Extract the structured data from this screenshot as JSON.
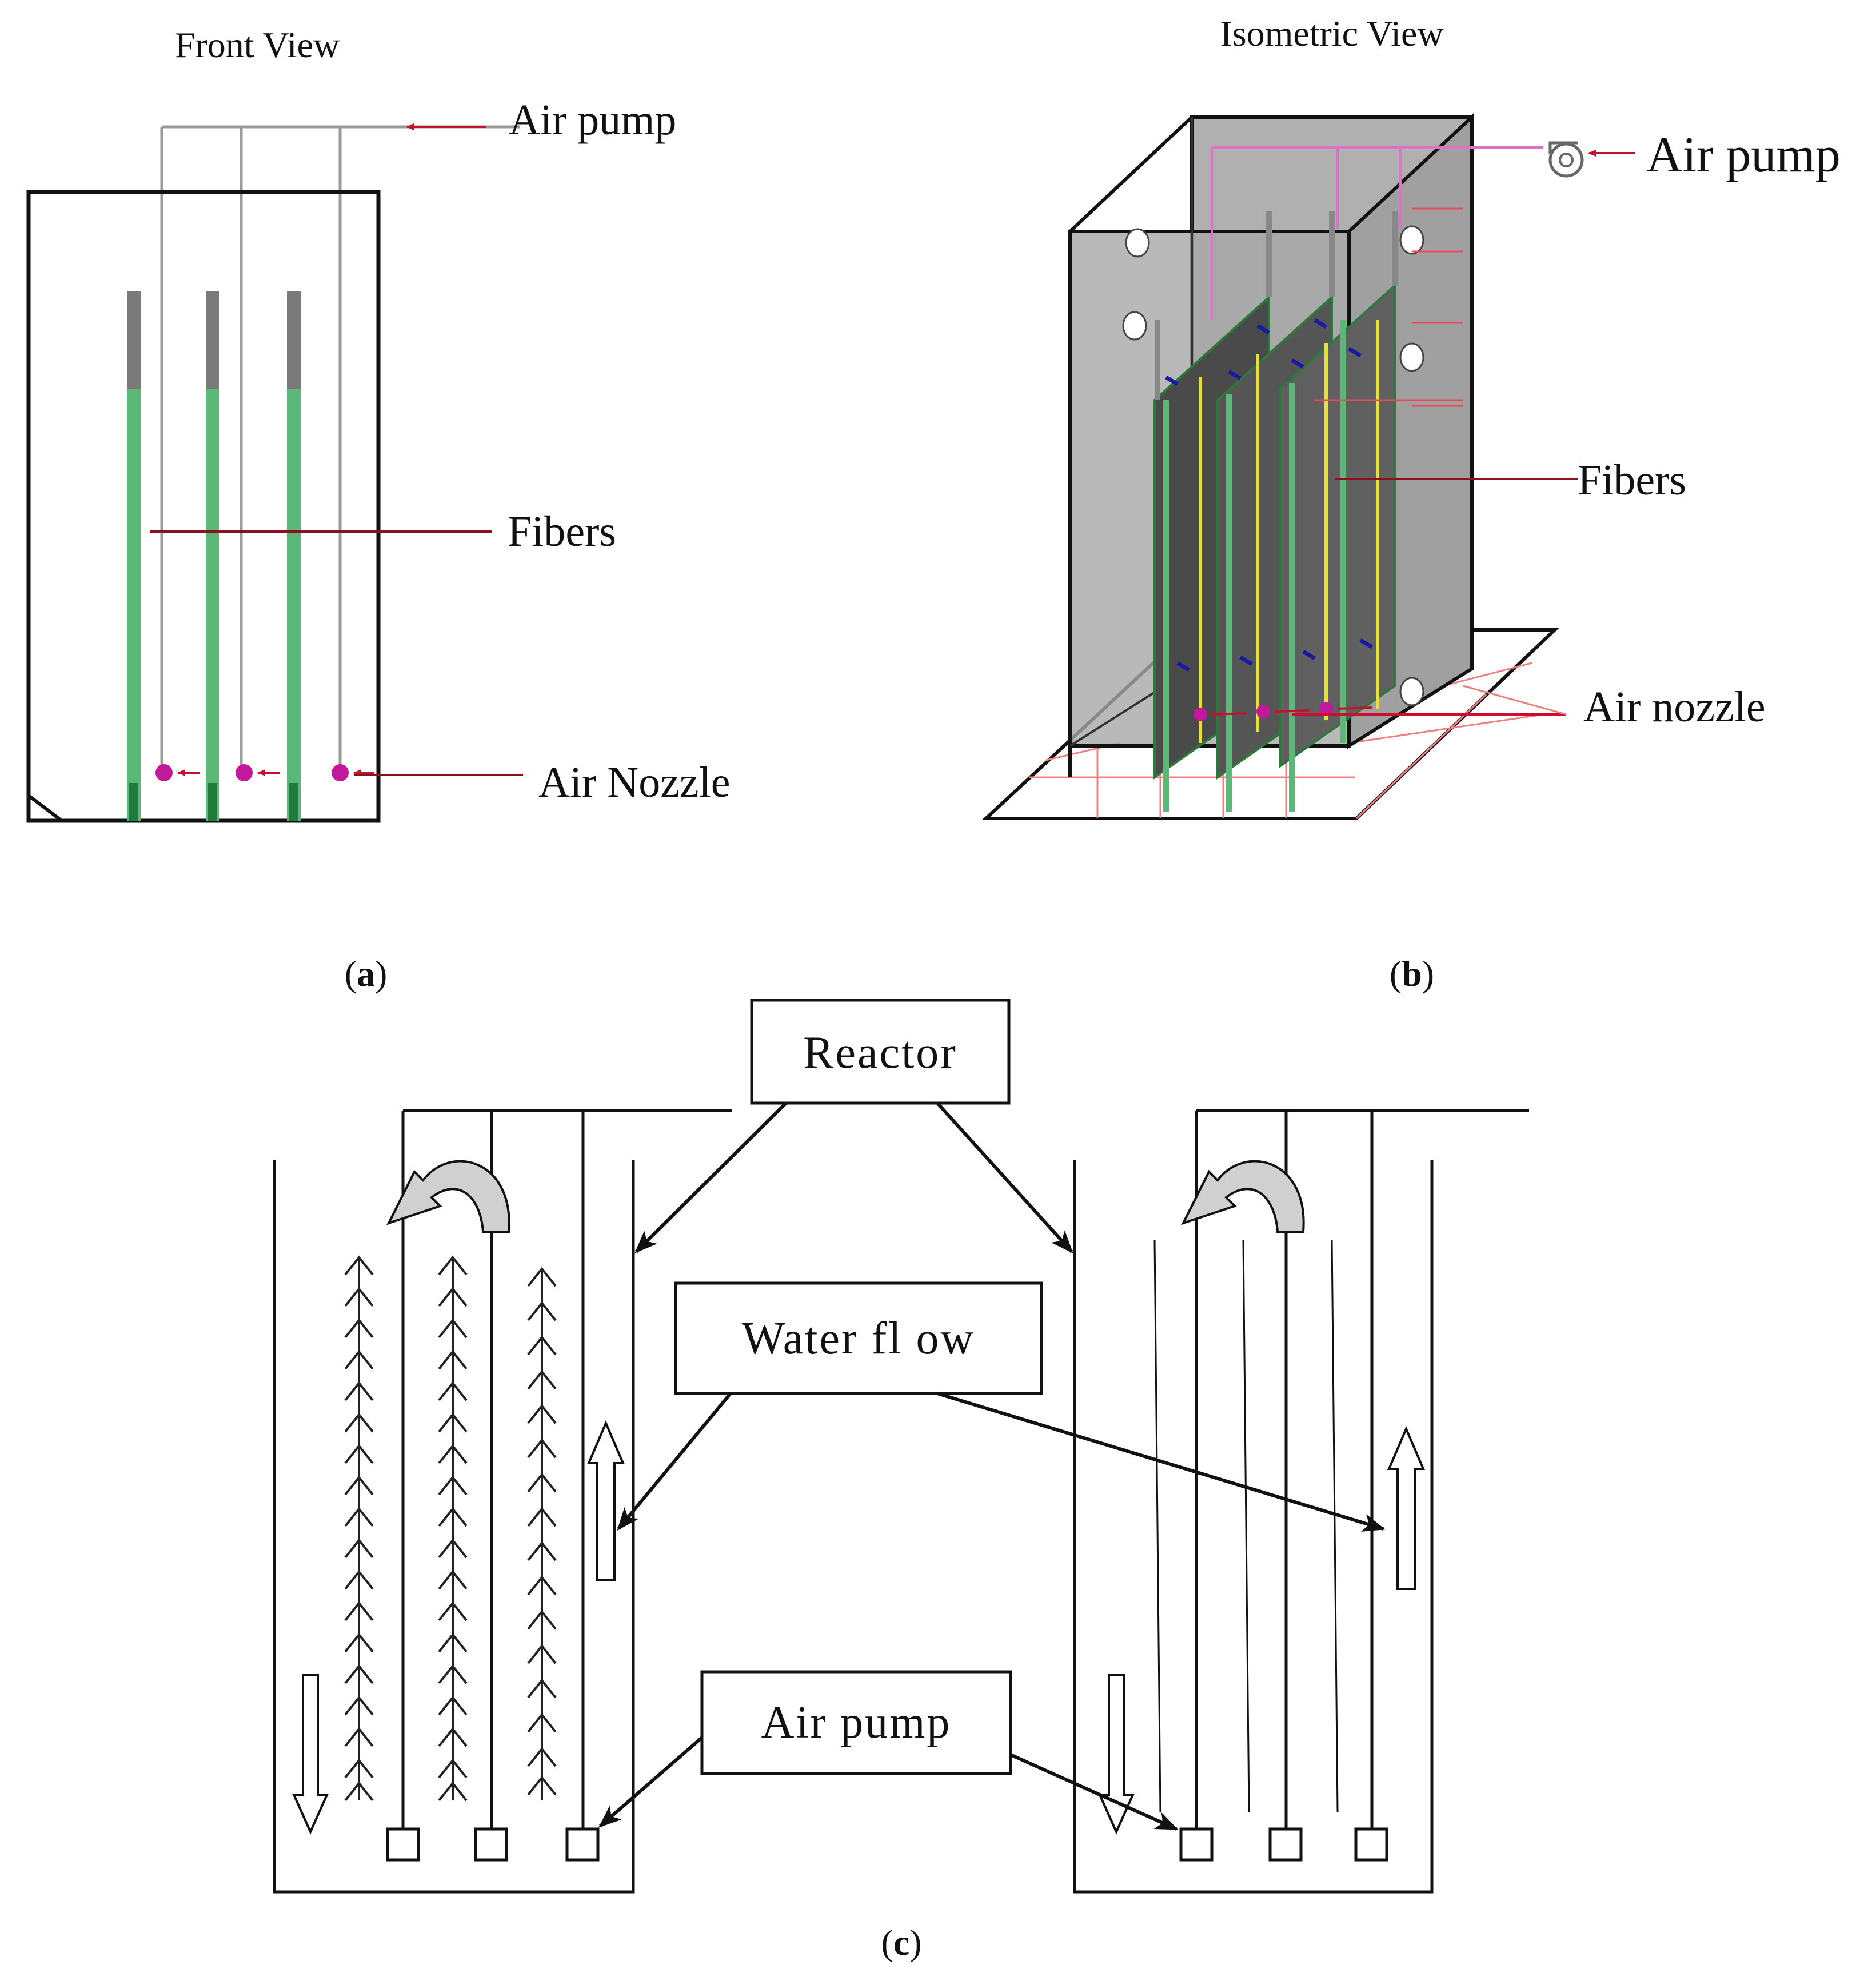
{
  "panels": {
    "a": {
      "heading": "Front View",
      "caption_open": "(",
      "caption_letter": "a",
      "caption_close": ")",
      "labels": {
        "air_pump": "Air pump",
        "fibers": "Fibers",
        "air_nozzle": "Air Nozzle"
      }
    },
    "b": {
      "heading": "Isometric View",
      "caption_open": "(",
      "caption_letter": "b",
      "caption_close": ")",
      "labels": {
        "air_pump": "Air pump",
        "fibers": "Fibers",
        "air_nozzle": "Air nozzle"
      }
    },
    "c": {
      "caption_open": "(",
      "caption_letter": "c",
      "caption_close": ")",
      "boxes": {
        "reactor": "Reactor",
        "water_flow": "Water fl ow",
        "air_pump": "Air pump"
      }
    }
  },
  "colors": {
    "outline": "#111111",
    "fiber_green": "#5cb876",
    "fiber_dark": "#1f7a3c",
    "fiber_cap": "#7a7a7a",
    "pipe_grey": "#9a9a9a",
    "nozzle_magenta": "#c2189a",
    "leader_red": "#c8102e",
    "housing_grey": "#a6a6a6",
    "panel_dark": "#5a5a5a",
    "pink_pipe": "#e070c8",
    "fiber_yellow": "#e8e03a",
    "clip_blue": "#1a1aa0",
    "flow_arrow_grey": "#cfcfcf"
  },
  "icons": [
    "air-pump-icon",
    "up-arrow-icon",
    "down-arrow-icon",
    "curved-arrow-icon"
  ]
}
